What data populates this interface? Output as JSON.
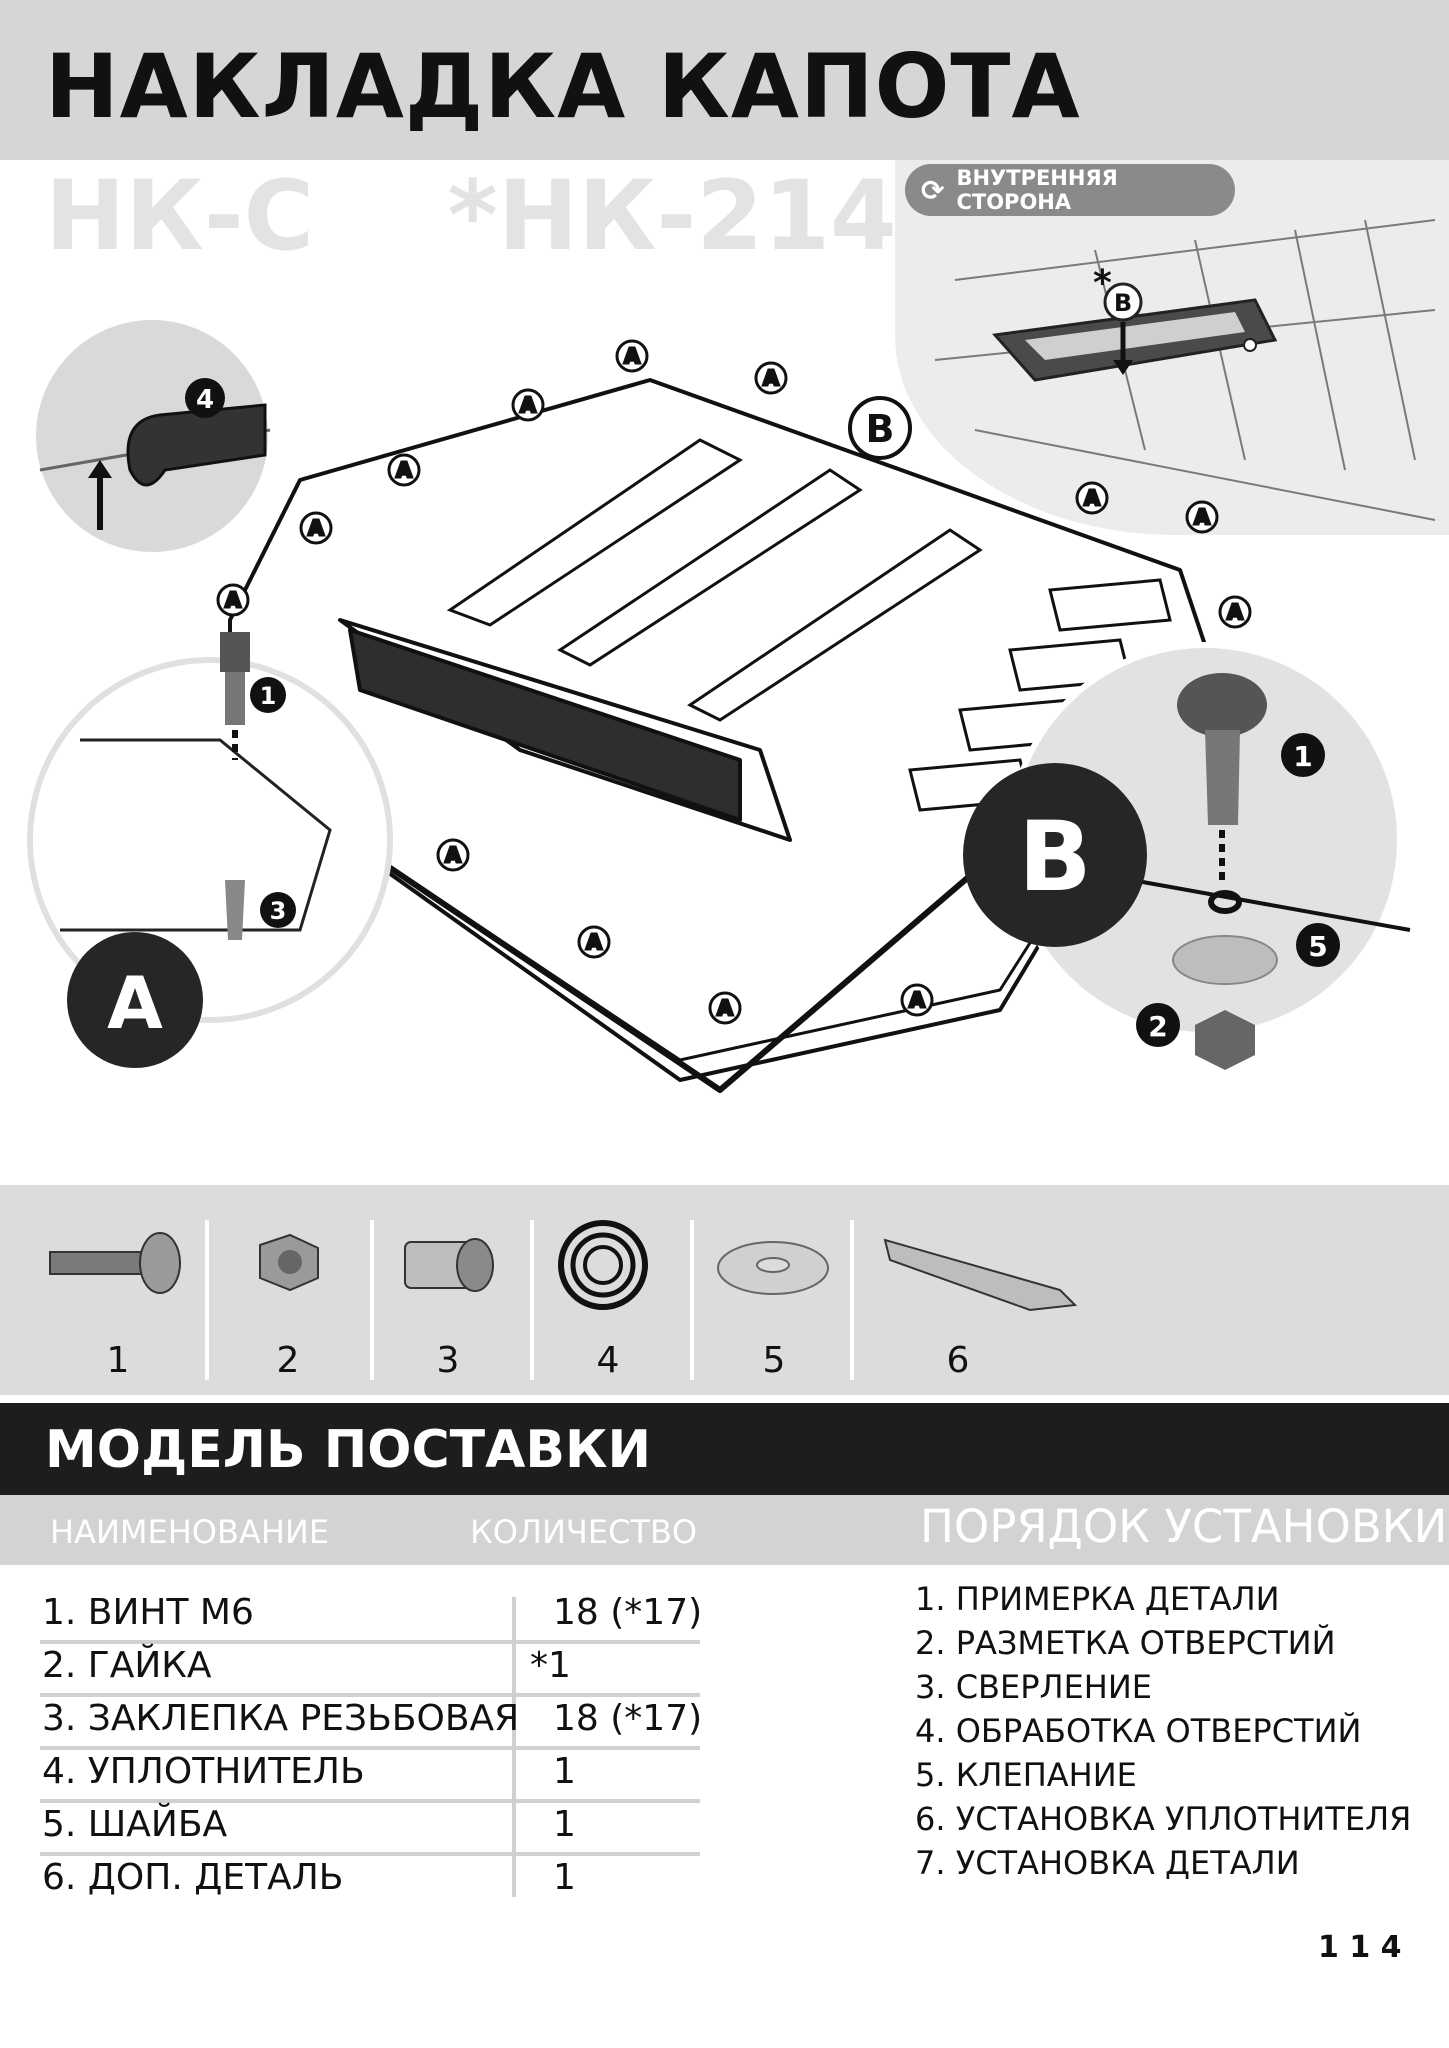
{
  "header": {
    "title": "НАКЛАДКА КАПОТА",
    "code_1": "НК-С",
    "code_2": "*НК-214"
  },
  "inner_view": {
    "badge_label": "ВНУТРЕННЯЯ СТОРОНА",
    "marker_asterisk": "*",
    "marker_letter": "B"
  },
  "diagram": {
    "point_label_a": "A",
    "point_label_b": "B",
    "detail_a_letter": "A",
    "detail_b_letter": "B",
    "detail_a_callouts": [
      "1",
      "3"
    ],
    "detail_b_callouts": [
      "1",
      "5",
      "2"
    ],
    "seal_callout": "4"
  },
  "parts": {
    "numbers": [
      "1",
      "2",
      "3",
      "4",
      "5",
      "6"
    ]
  },
  "supply": {
    "title": "МОДЕЛЬ ПОСТАВКИ",
    "col_name": "НАИМЕНОВАНИЕ",
    "col_qty": "КОЛИЧЕСТВО",
    "col_order": "ПОРЯДОК УСТАНОВКИ",
    "rows": [
      {
        "name": "1. ВИНТ М6",
        "qty": "18 (*17)"
      },
      {
        "name": "2. ГАЙКА",
        "qty": "*1"
      },
      {
        "name": "3. ЗАКЛЕПКА РЕЗЬБОВАЯ",
        "qty": "18 (*17)"
      },
      {
        "name": "4. УПЛОТНИТЕЛЬ",
        "qty": "1"
      },
      {
        "name": "5. ШАЙБА",
        "qty": "1"
      },
      {
        "name": "6. ДОП. ДЕТАЛЬ",
        "qty": "1"
      }
    ],
    "steps": [
      "1. ПРИМЕРКА ДЕТАЛИ",
      "2. РАЗМЕТКА ОТВЕРСТИЙ",
      "3. СВЕРЛЕНИЕ",
      "4. ОБРАБОТКА ОТВЕРСТИЙ",
      "5. КЛЕПАНИЕ",
      "6. УСТАНОВКА УПЛОТНИТЕЛЯ",
      "7. УСТАНОВКА  ДЕТАЛИ"
    ]
  },
  "footer": {
    "page_mark": "1 1 4"
  }
}
